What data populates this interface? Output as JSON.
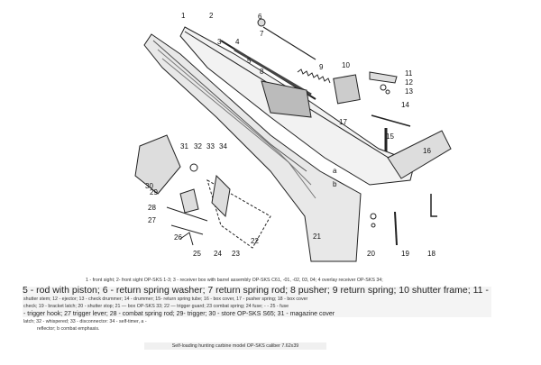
{
  "diagram": {
    "callouts": [
      "1",
      "2",
      "3",
      "4",
      "5",
      "6",
      "7",
      "8",
      "9",
      "10",
      "11",
      "12",
      "13",
      "14",
      "15",
      "16",
      "17",
      "18",
      "19",
      "20",
      "21",
      "22",
      "23",
      "24",
      "25",
      "26",
      "27",
      "28",
      "29",
      "30",
      "31",
      "32",
      "33",
      "34",
      "a",
      "b"
    ]
  },
  "caption": {
    "line1": "1 - front sight; 2- front sight OP-SKS 1-3; 3 - receiver box with barrel assembly OP-SKS C61, -01, -02, 03, 04; 4 overlay receiver OP-SKS 34;",
    "line2": "5 - rod with piston; 6 - return spring washer; 7 return spring rod; 8 pusher; 9 return spring; 10 shutter frame; 11 -",
    "line3": "shutter stem; 12 - ejector; 13 - check drummer; 14 - drummer; 15- return spring tube; 16 - box cover, 17 - pusher spring; 18 - box cover",
    "line4": "check; 19 - bracket latch; 20 - shutter stop; 21 — box OP-SKS 33; 22 — trigger guard; 23 combat spring; 24 fuse; - - 25 - fuse",
    "line5": "- trigger hook; 27 trigger lever; 28 - combat spring rod; 29- trigger; 30 - store OP-SKS S65; 31 - magazine cover",
    "line6": "latch; 32 - whispered; 33 - disconnector: 34 - self-timer, a -",
    "line7": "reflector; b combat emphasis.",
    "title": "Self-loading hunting carbine model OP-SKS caliber 7.62x39"
  }
}
